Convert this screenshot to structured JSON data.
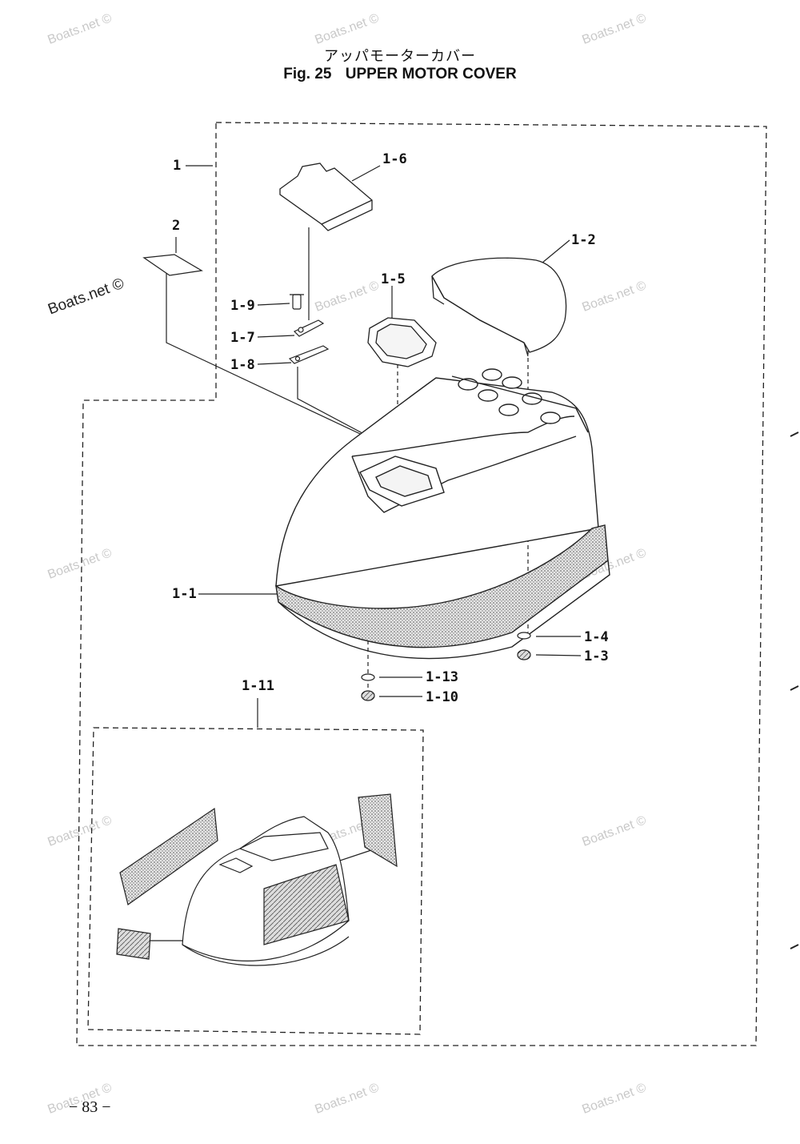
{
  "title": {
    "japanese": "アッパモーターカバー",
    "fig_label": "Fig. 25",
    "english": "UPPER MOTOR COVER"
  },
  "callouts": {
    "c1": "1",
    "c2": "2",
    "c1_1": "1-1",
    "c1_2": "1-2",
    "c1_3": "1-3",
    "c1_4": "1-4",
    "c1_5": "1-5",
    "c1_6": "1-6",
    "c1_7": "1-7",
    "c1_8": "1-8",
    "c1_9": "1-9",
    "c1_10": "1-10",
    "c1_11": "1-11",
    "c1_13": "1-13"
  },
  "watermark": "Boats.net ©",
  "page_number": "− 83 −"
}
